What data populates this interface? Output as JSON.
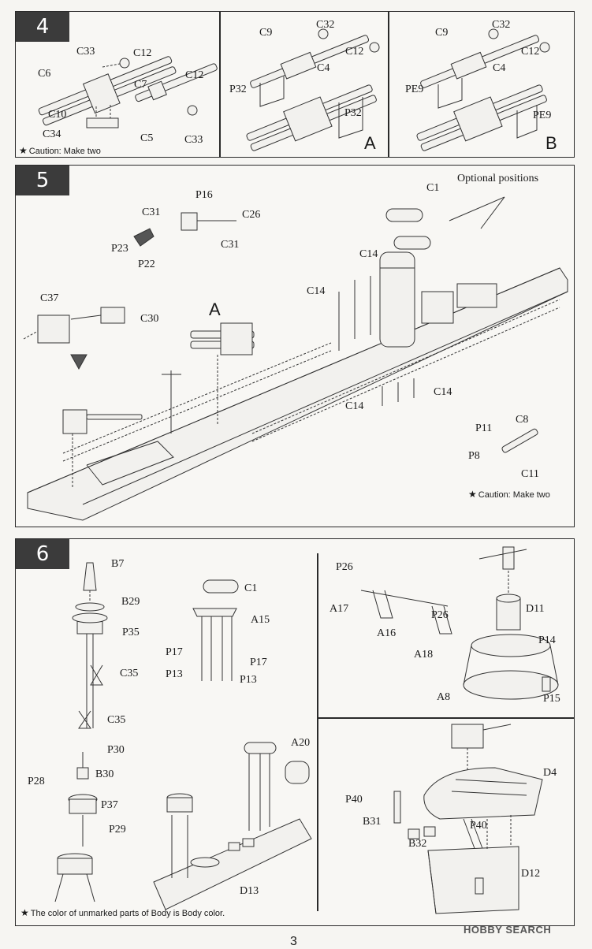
{
  "page_number": "3",
  "watermark": "HOBBY SEARCH",
  "step4": {
    "number": "4",
    "note": "Caution: Make two",
    "group1_labels": [
      "C33",
      "C12",
      "C6",
      "C7",
      "C10",
      "C34",
      "C5",
      "C12",
      "C33"
    ],
    "groupA_labels": [
      "C9",
      "C32",
      "C12",
      "C4",
      "P32",
      "P32"
    ],
    "groupA_tag": "A",
    "groupB_labels": [
      "C9",
      "C32",
      "C12",
      "C4",
      "PE9",
      "PE9"
    ],
    "groupB_tag": "B"
  },
  "step5": {
    "number": "5",
    "optional": "Optional positions",
    "tagA": "A",
    "labels": [
      "C1",
      "P16",
      "C31",
      "C26",
      "C31",
      "P23",
      "P22",
      "C30",
      "C37",
      "C14",
      "C14",
      "C14",
      "C14",
      "P11",
      "C8",
      "P8",
      "C11"
    ],
    "note": "Caution: Make two"
  },
  "step6": {
    "number": "6",
    "mast_labels": [
      "B7",
      "B29",
      "P35",
      "C35",
      "C35",
      "P30",
      "B30",
      "P28",
      "P37",
      "P29"
    ],
    "raft_labels": [
      "C1",
      "A15",
      "P17",
      "P17",
      "P13",
      "P13"
    ],
    "base_labels": [
      "A20",
      "D13"
    ],
    "gun_labels": [
      "P26",
      "A17",
      "A16",
      "P26",
      "A18",
      "D11",
      "P14",
      "A8",
      "P15"
    ],
    "bridge_labels": [
      "D4",
      "P40",
      "B31",
      "P40",
      "B32",
      "D12"
    ],
    "note": "The color of unmarked parts of Body is Body color."
  }
}
